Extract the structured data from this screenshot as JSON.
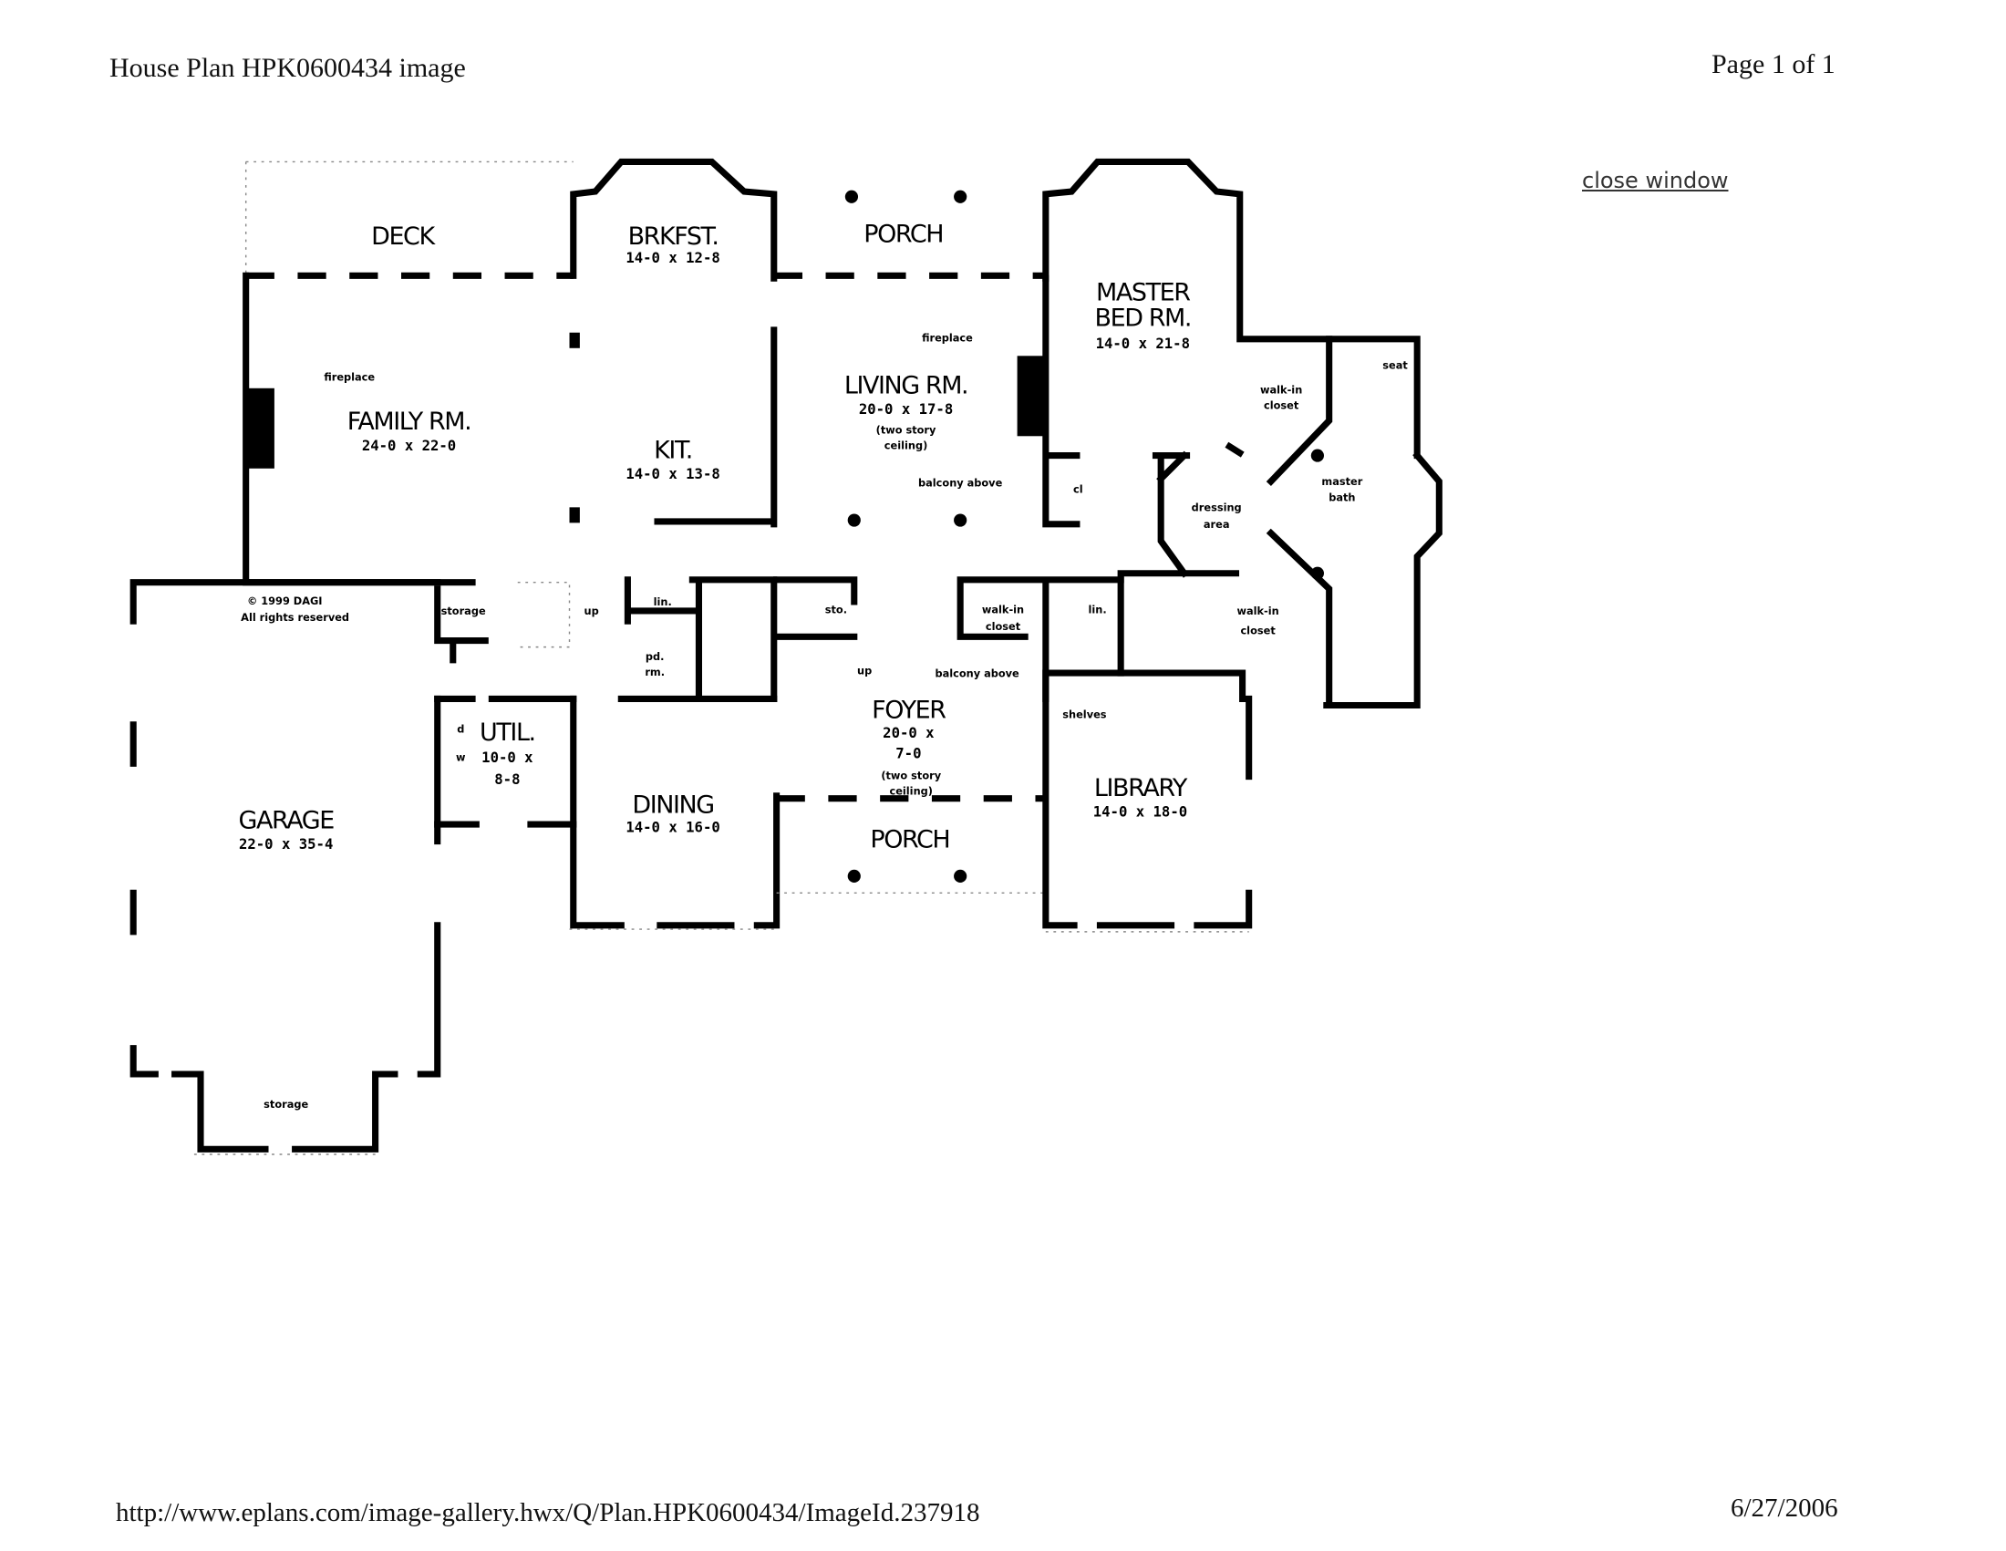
{
  "header": {
    "title": "House Plan HPK0600434 image",
    "page": "Page 1 of 1"
  },
  "close_window": "close window",
  "footer": {
    "url": "http://www.eplans.com/image-gallery.hwx/Q/Plan.HPK0600434/ImageId.237918",
    "date": "6/27/2006"
  },
  "plan": {
    "deck": "DECK",
    "brkfst": {
      "name": "BRKFST.",
      "dims": "14-0 x 12-8"
    },
    "porch_rear": "PORCH",
    "master": {
      "name1": "MASTER",
      "name2": "BED RM.",
      "dims": "14-0 x 21-8"
    },
    "family": {
      "name": "FAMILY RM.",
      "dims": "24-0 x 22-0",
      "note": "fireplace"
    },
    "kit": {
      "name": "KIT.",
      "dims": "14-0 x 13-8"
    },
    "living": {
      "name": "LIVING RM.",
      "dims": "20-0 x 17-8",
      "note1": "(two story",
      "note2": "ceiling)",
      "fireplace": "fireplace",
      "balcony": "balcony above"
    },
    "cl": "cl",
    "walkin1": {
      "a": "walk-in",
      "b": "closet"
    },
    "seat": "seat",
    "master_bath": {
      "a": "master",
      "b": "bath"
    },
    "dressing": {
      "a": "dressing",
      "b": "area"
    },
    "copyright": {
      "a": "© 1999  DAGI",
      "b": "All rights reserved"
    },
    "storage_hall": "storage",
    "up1": "up",
    "lin1": "lin.",
    "sto": "sto.",
    "pd": {
      "a": "pd.",
      "b": "rm."
    },
    "walkin2": {
      "a": "walk-in",
      "b": "closet"
    },
    "lin2": "lin.",
    "walkin3": {
      "a": "walk-in",
      "b": "closet"
    },
    "up2": "up",
    "balcony2": "balcony above",
    "shelves": "shelves",
    "foyer": {
      "name": "FOYER",
      "d1": "20-0 x",
      "d2": "7-0",
      "n1": "(two story",
      "n2": "ceiling)"
    },
    "util": {
      "name": "UTIL.",
      "d1": "10-0 x",
      "d2": "8-8",
      "d": "d",
      "w": "w"
    },
    "garage": {
      "name": "GARAGE",
      "dims": "22-0 x 35-4",
      "storage": "storage"
    },
    "dining": {
      "name": "DINING",
      "dims": "14-0 x 16-0"
    },
    "porch_front": "PORCH",
    "library": {
      "name": "LIBRARY",
      "dims": "14-0 x 18-0"
    }
  }
}
